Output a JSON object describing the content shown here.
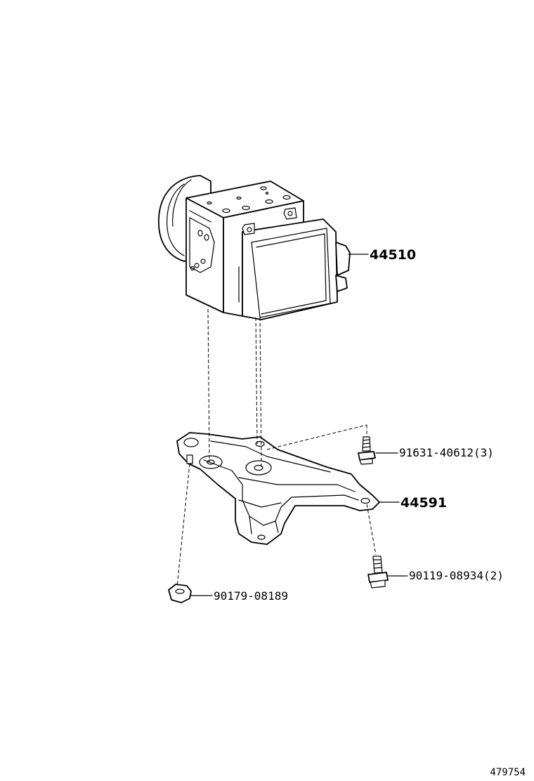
{
  "parts": {
    "abs_actuator": {
      "number": "44510"
    },
    "bracket": {
      "number": "44591"
    },
    "bolt_upper": {
      "number": "91631-40612",
      "qty": "(3)"
    },
    "bolt_lower": {
      "number": "90119-08934",
      "qty": "(2)"
    },
    "nut": {
      "number": "90179-08189"
    }
  },
  "illustration_id": "479754"
}
